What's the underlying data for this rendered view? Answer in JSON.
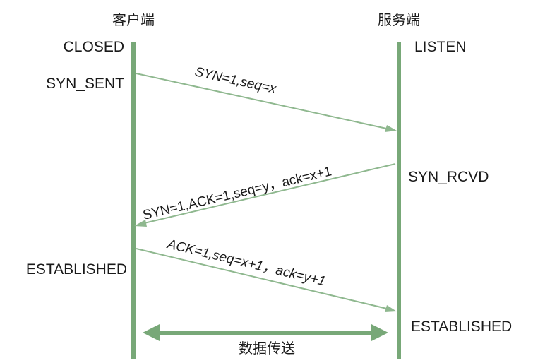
{
  "client": {
    "title": "客户端",
    "states": [
      "CLOSED",
      "SYN_SENT",
      "ESTABLISHED"
    ]
  },
  "server": {
    "title": "服务端",
    "states": [
      "LISTEN",
      "SYN_RCVD",
      "ESTABLISHED"
    ]
  },
  "messages": [
    {
      "text": "SYN=1,seq=x",
      "direction": "client-to-server"
    },
    {
      "text": "SYN=1,ACK=1,seq=y，ack=x+1",
      "direction": "server-to-client"
    },
    {
      "text": "ACK=1,seq=x+1，ack=y+1",
      "direction": "client-to-server"
    }
  ],
  "data_transfer_label": "数据传送",
  "colors": {
    "lifeline": "#78a878",
    "arrow": "#8fb88f",
    "text": "#1a1a1a"
  }
}
